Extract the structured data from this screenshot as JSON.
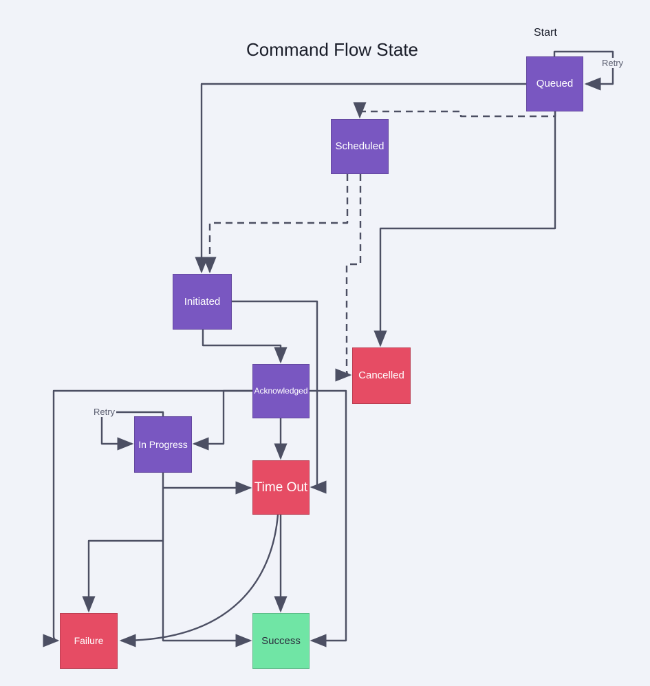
{
  "title": "Command Flow State",
  "labels": {
    "start": "Start",
    "queued_retry": "Retry",
    "inprogress_retry": "Retry"
  },
  "palette": {
    "background": "#f1f3f9",
    "edge": "#4c4f63",
    "node_purple": "#7957c1",
    "node_red": "#e64c64",
    "node_green": "#70e5a5",
    "text_on_dark": "#ffffff",
    "text_on_green": "#2a2e3d"
  },
  "nodes": {
    "queued": {
      "label": "Queued",
      "color": "#7957c1"
    },
    "scheduled": {
      "label": "Scheduled",
      "color": "#7957c1"
    },
    "initiated": {
      "label": "Initiated",
      "color": "#7957c1"
    },
    "acknowledged": {
      "label": "Acknowledged",
      "color": "#7957c1"
    },
    "inprogress": {
      "label": "In Progress",
      "color": "#7957c1"
    },
    "timeout": {
      "label": "Time Out",
      "color": "#e64c64"
    },
    "cancelled": {
      "label": "Cancelled",
      "color": "#e64c64"
    },
    "failure": {
      "label": "Failure",
      "color": "#e64c64"
    },
    "success": {
      "label": "Success",
      "color": "#70e5a5"
    }
  },
  "edges": [
    {
      "from": "Queued",
      "to": "Queued",
      "label": "Retry",
      "style": "solid"
    },
    {
      "from": "Queued",
      "to": "Scheduled",
      "style": "dashed"
    },
    {
      "from": "Queued",
      "to": "Initiated",
      "style": "solid"
    },
    {
      "from": "Queued",
      "to": "Cancelled",
      "style": "solid"
    },
    {
      "from": "Scheduled",
      "to": "Initiated",
      "style": "dashed"
    },
    {
      "from": "Scheduled",
      "to": "Cancelled",
      "style": "dashed"
    },
    {
      "from": "Initiated",
      "to": "Acknowledged",
      "style": "solid"
    },
    {
      "from": "Initiated",
      "to": "Time Out",
      "style": "solid"
    },
    {
      "from": "Acknowledged",
      "to": "In Progress",
      "style": "solid"
    },
    {
      "from": "Acknowledged",
      "to": "Time Out",
      "style": "solid"
    },
    {
      "from": "Acknowledged",
      "to": "Failure",
      "style": "solid"
    },
    {
      "from": "Acknowledged",
      "to": "Success",
      "style": "solid"
    },
    {
      "from": "In Progress",
      "to": "In Progress",
      "label": "Retry",
      "style": "solid"
    },
    {
      "from": "In Progress",
      "to": "Time Out",
      "style": "solid"
    },
    {
      "from": "In Progress",
      "to": "Failure",
      "style": "solid"
    },
    {
      "from": "In Progress",
      "to": "Success",
      "style": "solid"
    },
    {
      "from": "Time Out",
      "to": "Success",
      "style": "solid"
    },
    {
      "from": "Time Out",
      "to": "Failure",
      "style": "solid"
    }
  ]
}
